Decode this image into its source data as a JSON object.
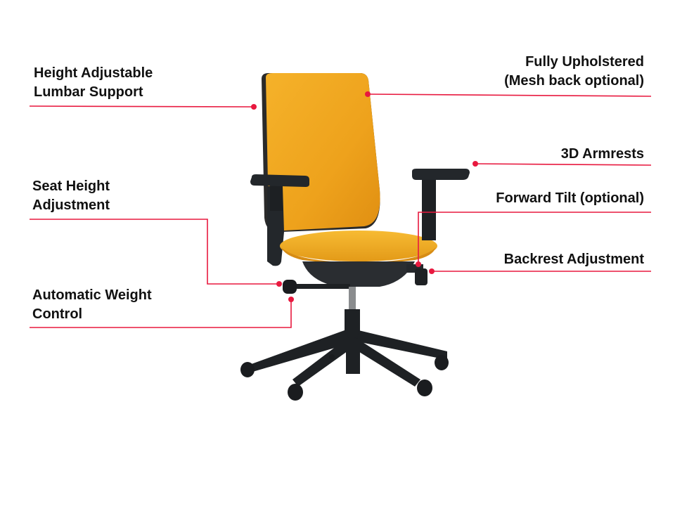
{
  "diagram": {
    "subject": "Office chair",
    "accent_color": "#e8193f",
    "upholstery_color": "#f0a81e",
    "frame_color": "#1e2124",
    "callouts": [
      {
        "id": "lumbar",
        "text": "Height Adjustable\nLumbar Support",
        "side": "left"
      },
      {
        "id": "upholstery",
        "text": "Fully Upholstered\n(Mesh back optional)",
        "side": "right"
      },
      {
        "id": "armrests",
        "text": "3D Armrests",
        "side": "right"
      },
      {
        "id": "seat-height",
        "text": "Seat Height\nAdjustment",
        "side": "left"
      },
      {
        "id": "forward-tilt",
        "text": "Forward Tilt (optional)",
        "side": "right"
      },
      {
        "id": "backrest",
        "text": "Backrest Adjustment",
        "side": "right"
      },
      {
        "id": "weight-control",
        "text": "Automatic Weight\nControl",
        "side": "left"
      }
    ]
  }
}
